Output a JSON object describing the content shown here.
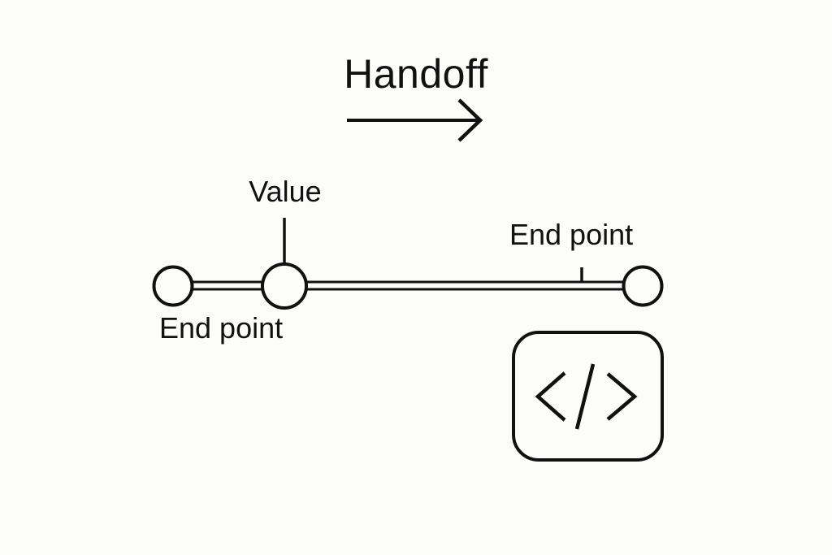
{
  "diagram": {
    "title": "Handoff",
    "arrow_icon": "right-arrow-icon",
    "slider": {
      "value_label": "Value",
      "left_endpoint_label": "End point",
      "right_endpoint_label": "End point"
    },
    "code_box": {
      "icon": "code-slash-icon",
      "glyph": "</>"
    },
    "colors": {
      "ink": "#111111",
      "background": "#fcfcfb"
    }
  }
}
